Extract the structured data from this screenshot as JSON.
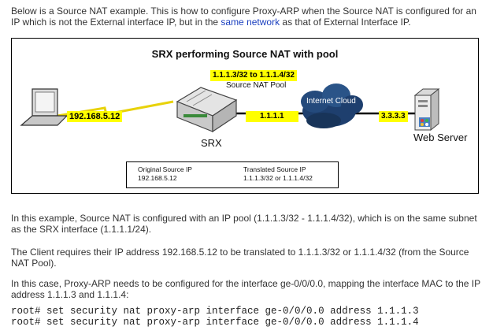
{
  "intro": {
    "text_before_link": "Below is a Source NAT example.  This is how to configure Proxy-ARP when the Source NAT is configured for an IP which is not the External interface IP, but in the ",
    "link_text": "same network",
    "text_after_link": " as that of External Interface IP."
  },
  "diagram": {
    "title": "SRX performing Source NAT with pool",
    "client_ip": "192.168.5.12",
    "pool_label": "1.1.1.3/32 to 1.1.1.4/32",
    "pool_caption": "Source NAT Pool",
    "srx_external_ip": "1.1.1.1",
    "srx_label": "SRX",
    "cloud_label": "Internet Cloud",
    "server_ip": "3.3.3.3",
    "server_label": "Web Server",
    "table": {
      "original_header": "Original Source IP",
      "original_value": "192.168.5.12",
      "translated_header": "Translated Source IP",
      "translated_value": "1.1.1.3/32 or 1.1.1.4/32"
    },
    "colors": {
      "highlight": "#ffff00",
      "link": "#000000",
      "cloud": "#1e3f6e"
    }
  },
  "body": {
    "p1": "In this example, Source NAT is configured with an IP pool (1.1.1.3/32 - 1.1.1.4/32), which is on the same subnet as the SRX interface (1.1.1.1/24).",
    "p2": "The Client requires their IP address 192.168.5.12 to be translated to 1.1.1.3/32 or 1.1.1.4/32 (from the Source NAT Pool).",
    "p3": "In this case, Proxy-ARP needs to be configured for the interface ge-0/0/0.0, mapping the interface MAC to the IP address 1.1.1.3 and 1.1.1.4:",
    "code_lines": [
      "root# set security nat proxy-arp interface ge-0/0/0.0 address 1.1.1.3",
      "root# set security nat proxy-arp interface ge-0/0/0.0 address 1.1.1.4"
    ]
  }
}
